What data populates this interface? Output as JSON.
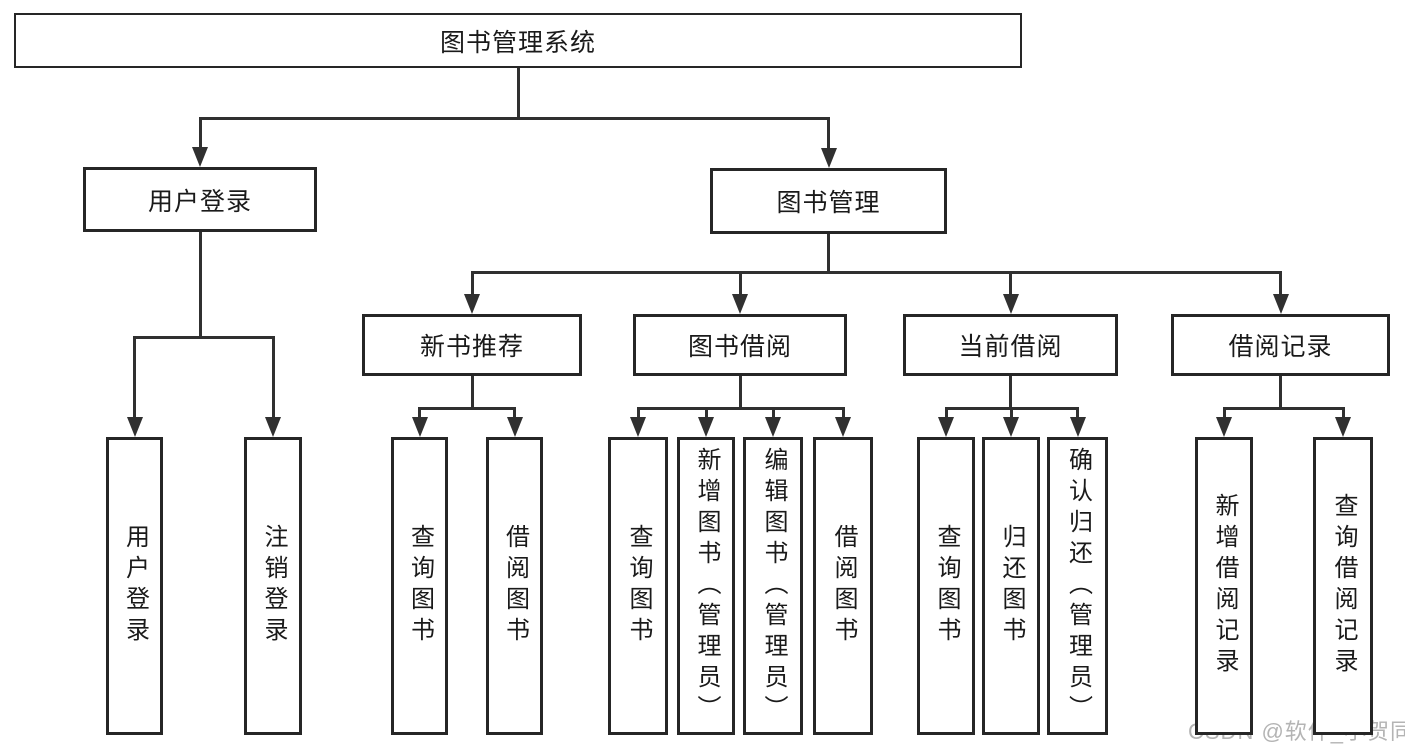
{
  "diagram": {
    "title": "图书管理系统",
    "line_color": "#303030",
    "border_color": "#262626",
    "text_color": "#1a1a1a",
    "background": "#ffffff",
    "nodes": [
      {
        "id": "root",
        "label": "图书管理系统",
        "level": 1
      },
      {
        "id": "login",
        "label": "用户登录",
        "level": 2
      },
      {
        "id": "mgmt",
        "label": "图书管理",
        "level": 2
      },
      {
        "id": "newbook",
        "label": "新书推荐",
        "level": 3
      },
      {
        "id": "borrow",
        "label": "图书借阅",
        "level": 3
      },
      {
        "id": "current",
        "label": "当前借阅",
        "level": 3
      },
      {
        "id": "records",
        "label": "借阅记录",
        "level": 3
      },
      {
        "id": "user-login",
        "label": "用户登录",
        "level": 4
      },
      {
        "id": "logout",
        "label": "注销登录",
        "level": 4
      },
      {
        "id": "nb-query",
        "label": "查询图书",
        "level": 4
      },
      {
        "id": "nb-borrow",
        "label": "借阅图书",
        "level": 4
      },
      {
        "id": "bw-query",
        "label": "查询图书",
        "level": 4
      },
      {
        "id": "bw-add",
        "label": "新增图书（管理员）",
        "level": 4
      },
      {
        "id": "bw-edit",
        "label": "编辑图书（管理员）",
        "level": 4
      },
      {
        "id": "bw-borrow",
        "label": "借阅图书",
        "level": 4
      },
      {
        "id": "cur-query",
        "label": "查询图书",
        "level": 4
      },
      {
        "id": "cur-return",
        "label": "归还图书",
        "level": 4
      },
      {
        "id": "cur-confirm",
        "label": "确认归还（管理员）",
        "level": 4
      },
      {
        "id": "rec-add",
        "label": "新增借阅记录",
        "level": 4
      },
      {
        "id": "rec-query",
        "label": "查询借阅记录",
        "level": 4
      }
    ],
    "edges": [
      [
        "root",
        "login"
      ],
      [
        "root",
        "mgmt"
      ],
      [
        "login",
        "user-login"
      ],
      [
        "login",
        "logout"
      ],
      [
        "mgmt",
        "newbook"
      ],
      [
        "mgmt",
        "borrow"
      ],
      [
        "mgmt",
        "current"
      ],
      [
        "mgmt",
        "records"
      ],
      [
        "newbook",
        "nb-query"
      ],
      [
        "newbook",
        "nb-borrow"
      ],
      [
        "borrow",
        "bw-query"
      ],
      [
        "borrow",
        "bw-add"
      ],
      [
        "borrow",
        "bw-edit"
      ],
      [
        "borrow",
        "bw-borrow"
      ],
      [
        "current",
        "cur-query"
      ],
      [
        "current",
        "cur-return"
      ],
      [
        "current",
        "cur-confirm"
      ],
      [
        "records",
        "rec-add"
      ],
      [
        "records",
        "rec-query"
      ]
    ]
  },
  "watermark": {
    "text": "CSDN @软件_小贺同学",
    "color": "#b4b4b4"
  }
}
